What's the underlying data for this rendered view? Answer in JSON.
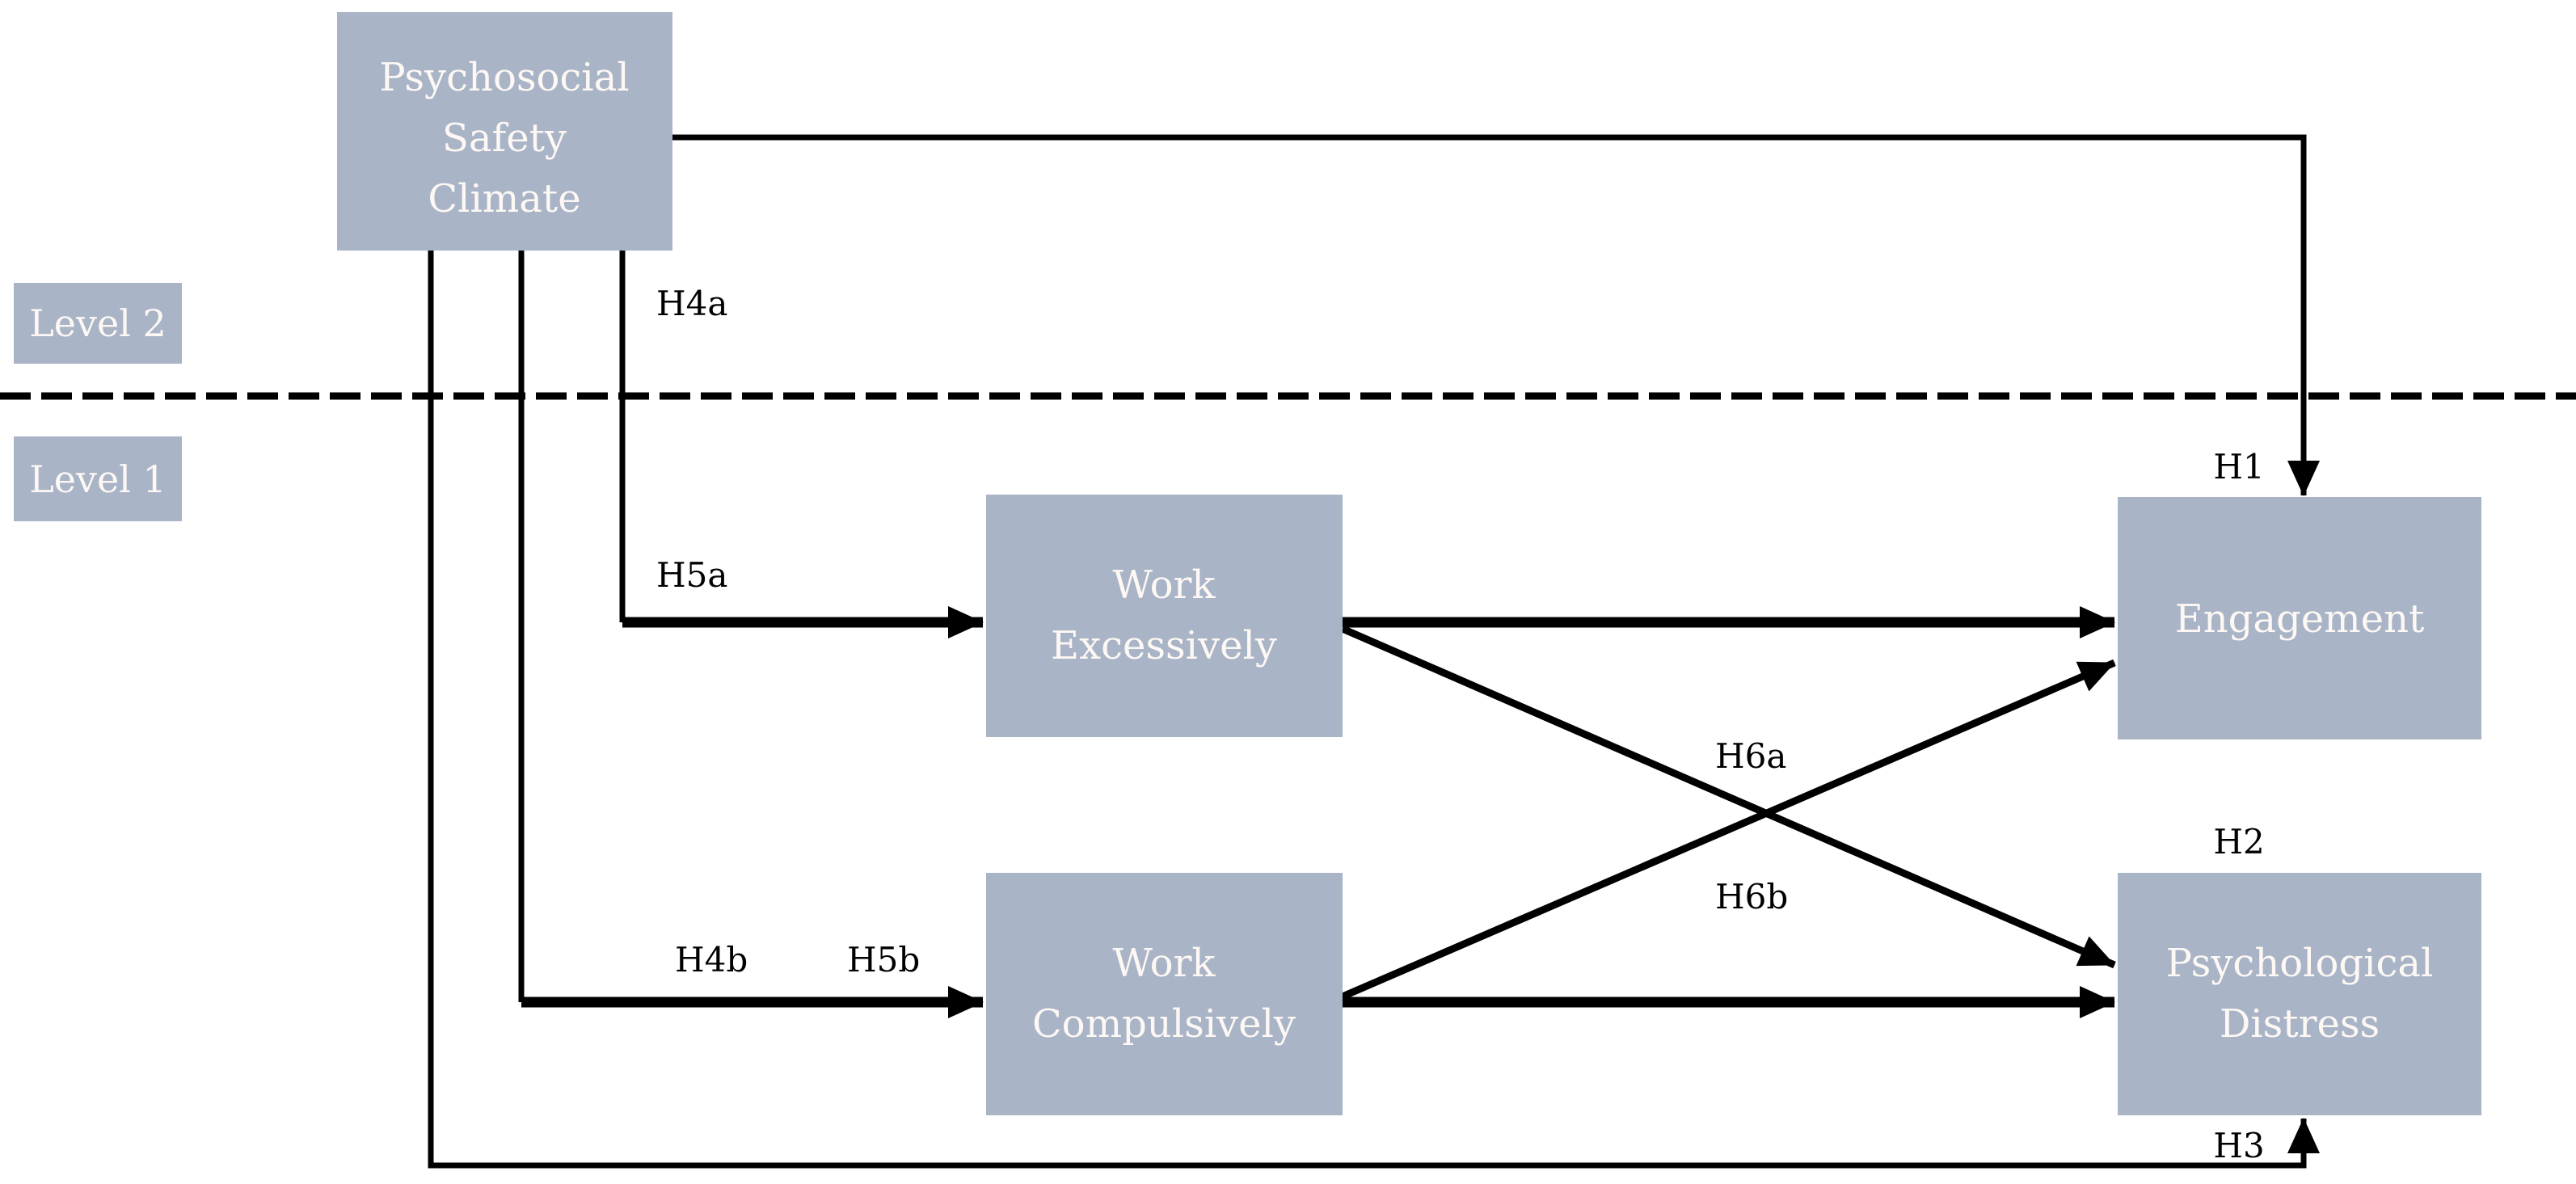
{
  "diagram": {
    "type": "multilevel-path-model",
    "colors": {
      "background": "#ffffff",
      "box_fill": "#a9b4c7",
      "box_text": "#fdf8f4",
      "line": "#000000",
      "label_text": "#000000"
    },
    "levels": {
      "level2_label": "Level 2",
      "level1_label": "Level 1"
    },
    "boxes": {
      "psc": {
        "lines": [
          "Psychosocial",
          "Safety",
          "Climate"
        ]
      },
      "we": {
        "lines": [
          "Work",
          "Excessively"
        ]
      },
      "wc": {
        "lines": [
          "Work",
          "Compulsively"
        ]
      },
      "engagement": {
        "lines": [
          "Engagement"
        ]
      },
      "pd": {
        "lines": [
          "Psychological",
          "Distress"
        ]
      }
    },
    "hypothesis_labels": {
      "h1": "H1",
      "h2": "H2",
      "h3": "H3",
      "h4a": "H4a",
      "h4b": "H4b",
      "h5a": "H5a",
      "h5b": "H5b",
      "h6a": "H6a",
      "h6b": "H6b"
    }
  }
}
